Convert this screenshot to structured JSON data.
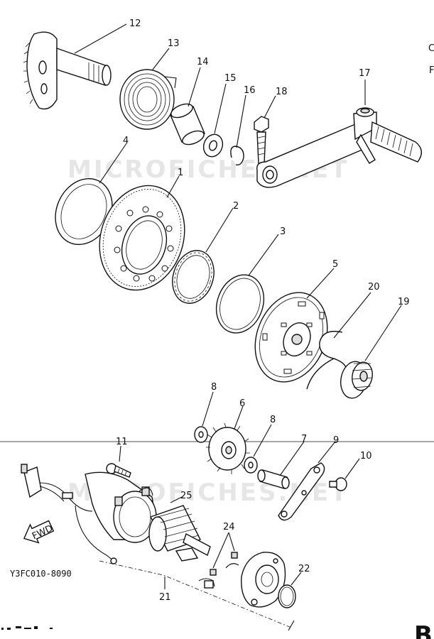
{
  "watermark": "MICROFICHES.NET",
  "diagram_code": "Y3FC010-8090",
  "fwd_label": "FWD",
  "corner_letter": "B",
  "edge_marks": [
    "C",
    "F"
  ],
  "labels": {
    "p1": "1",
    "p2": "2",
    "p3": "3",
    "p4": "4",
    "p5": "5",
    "p6": "6",
    "p7": "7",
    "p8a": "8",
    "p8b": "8",
    "p9": "9",
    "p10": "10",
    "p11": "11",
    "p12": "12",
    "p13": "13",
    "p14": "14",
    "p15": "15",
    "p16": "16",
    "p17": "17",
    "p18": "18",
    "p19": "19",
    "p20": "20",
    "p21": "21",
    "p22": "22",
    "p24": "24",
    "p25": "25"
  }
}
